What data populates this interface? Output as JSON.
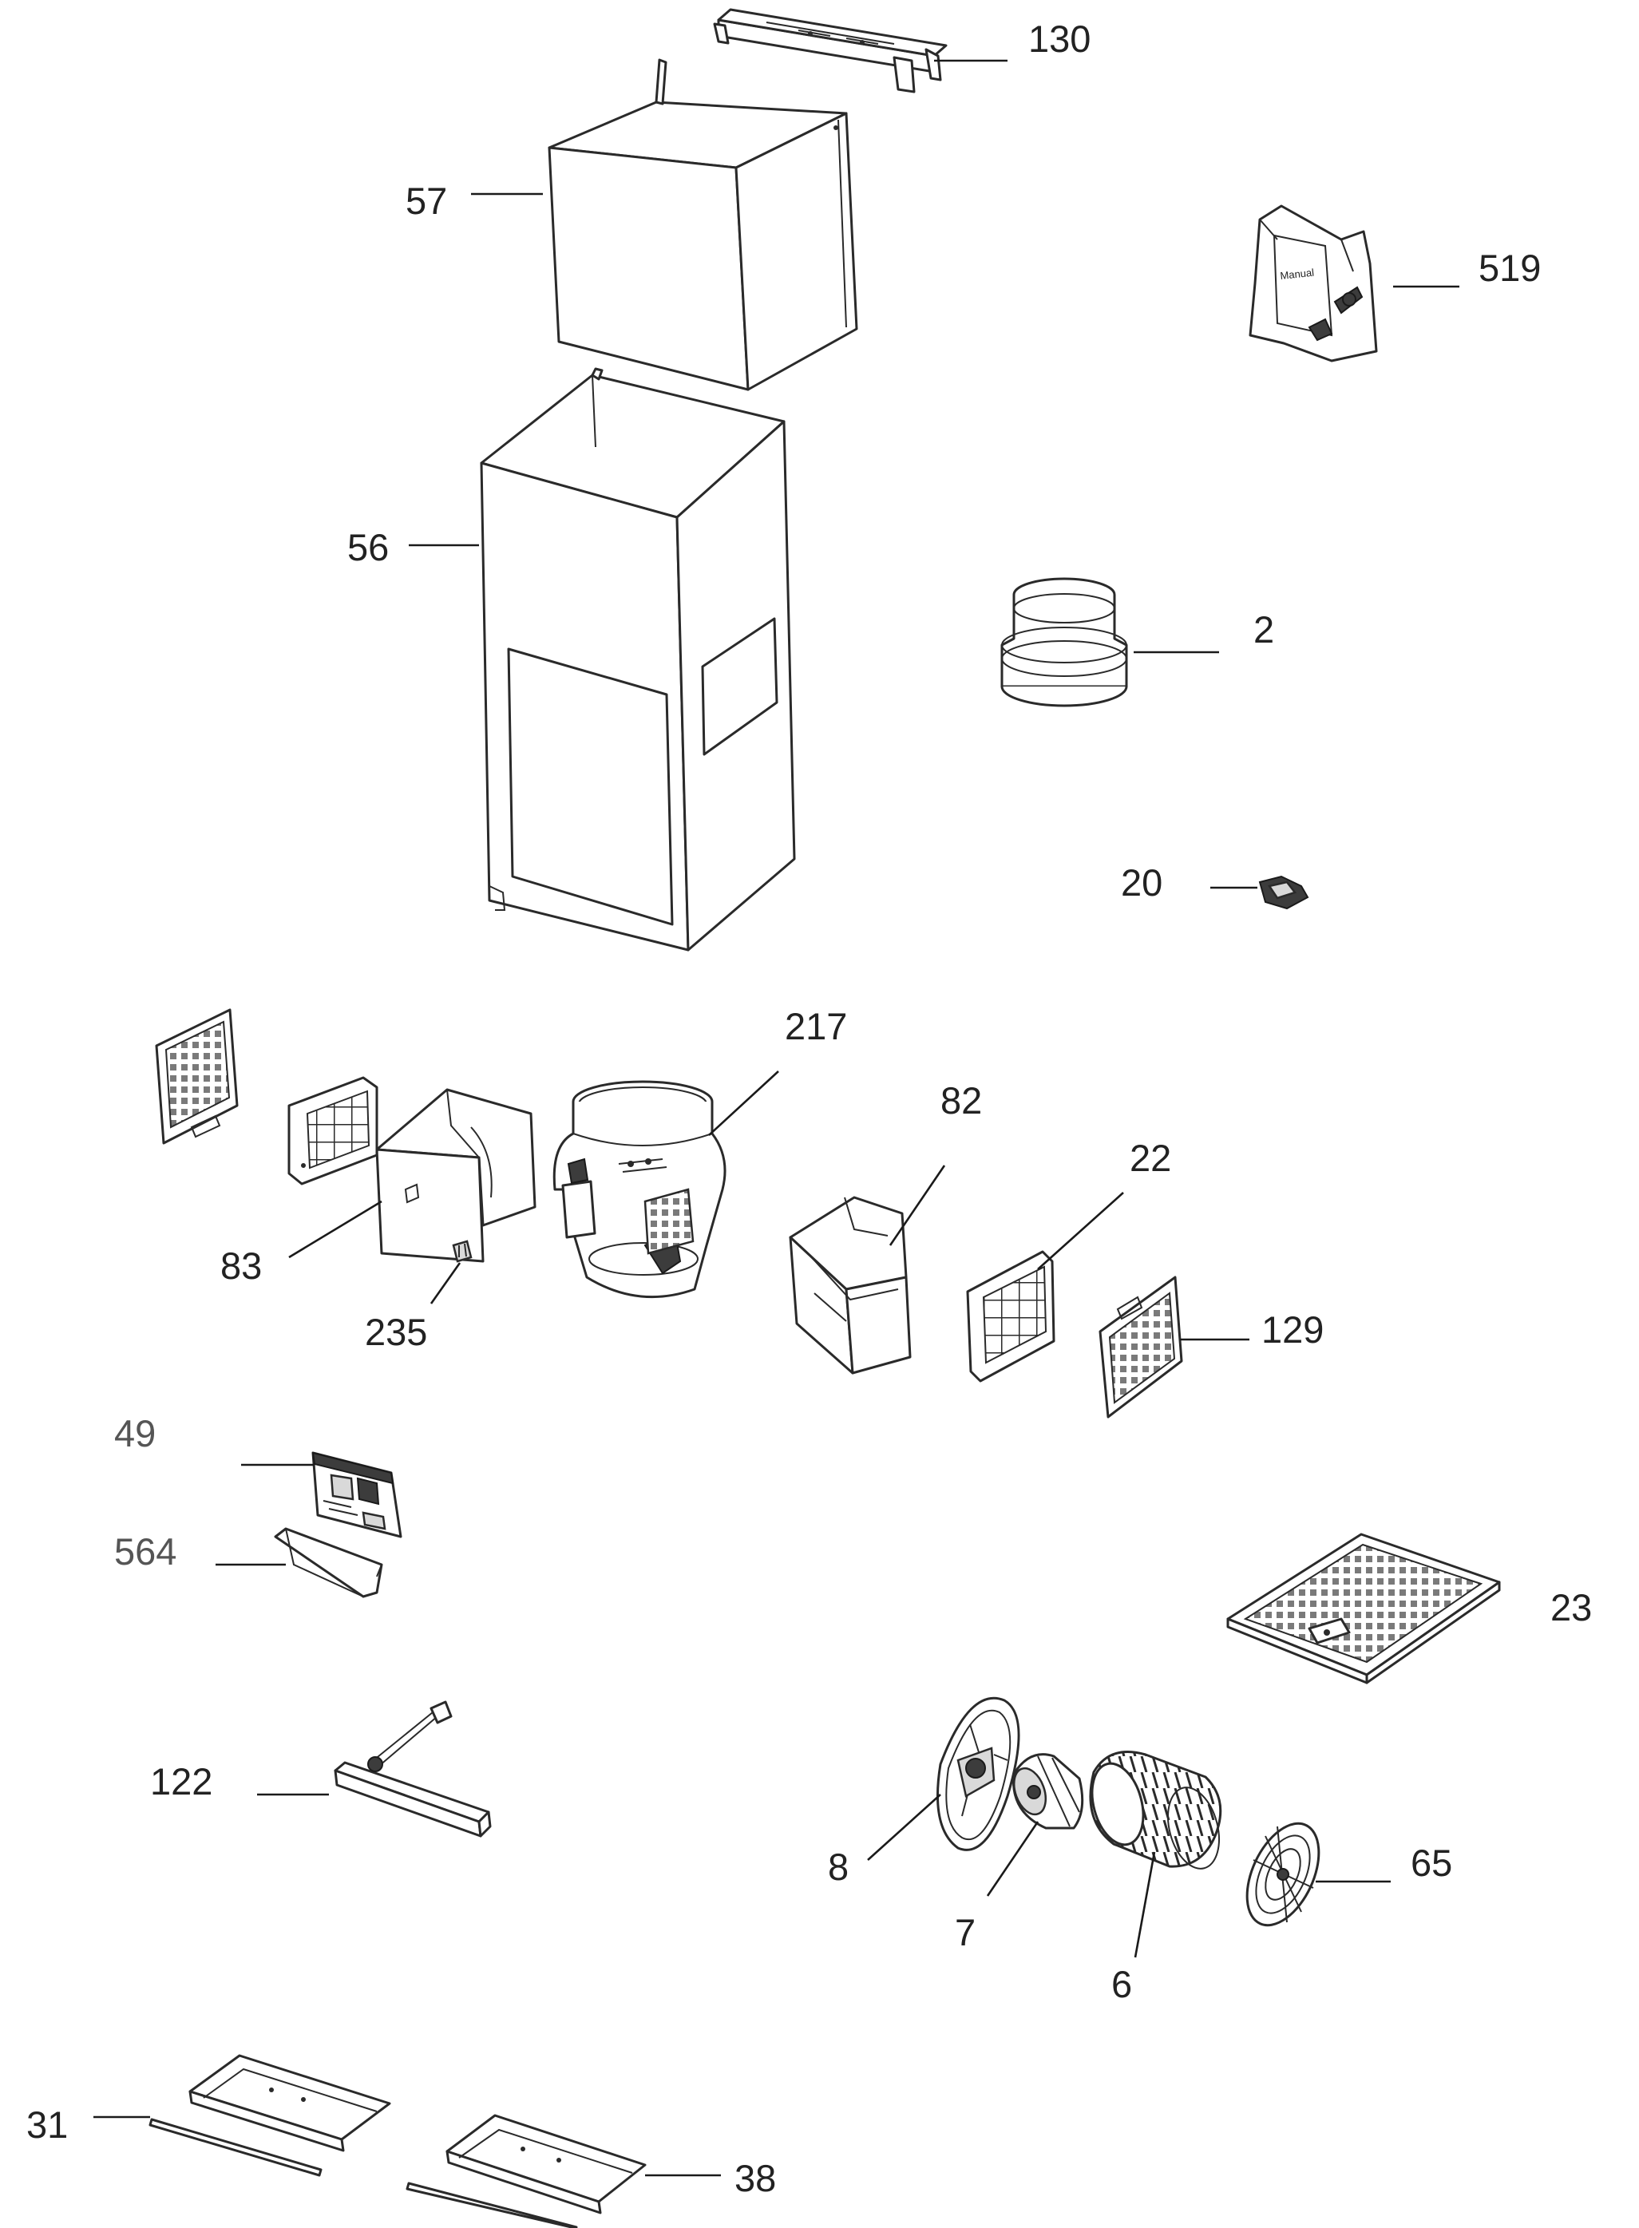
{
  "diagram": {
    "callouts": [
      {
        "id": "130",
        "label": "130"
      },
      {
        "id": "57",
        "label": "57"
      },
      {
        "id": "519",
        "label": "519"
      },
      {
        "id": "56",
        "label": "56"
      },
      {
        "id": "2",
        "label": "2"
      },
      {
        "id": "20",
        "label": "20"
      },
      {
        "id": "217",
        "label": "217"
      },
      {
        "id": "82",
        "label": "82"
      },
      {
        "id": "22",
        "label": "22"
      },
      {
        "id": "83",
        "label": "83"
      },
      {
        "id": "235",
        "label": "235"
      },
      {
        "id": "129",
        "label": "129"
      },
      {
        "id": "49",
        "label": "49"
      },
      {
        "id": "564",
        "label": "564"
      },
      {
        "id": "23",
        "label": "23"
      },
      {
        "id": "122",
        "label": "122"
      },
      {
        "id": "8",
        "label": "8"
      },
      {
        "id": "7",
        "label": "7"
      },
      {
        "id": "6",
        "label": "6"
      },
      {
        "id": "65",
        "label": "65"
      },
      {
        "id": "31",
        "label": "31"
      },
      {
        "id": "38",
        "label": "38"
      }
    ],
    "bag_label": "Manual",
    "colors": {
      "line": "#2a2a2a",
      "text": "#222222",
      "muted_text": "#555555",
      "background": "#ffffff"
    }
  }
}
